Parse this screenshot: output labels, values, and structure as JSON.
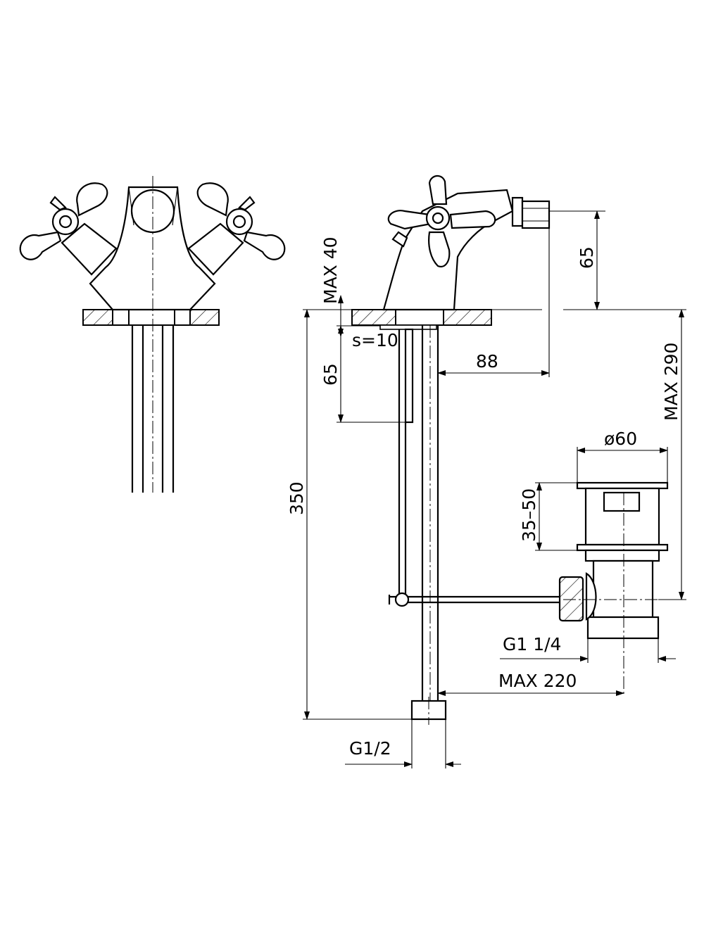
{
  "dimensions": {
    "max_40": "MAX  40",
    "s_10": "s=10",
    "d65_upper": "65",
    "d88": "88",
    "d65_lower": "65",
    "max_290": "MAX  290",
    "d350": "350",
    "dia60": "ø60",
    "d35_50": "35–50",
    "g1_1_4": "G1  1/4",
    "max_220": "MAX  220",
    "g1_2": "G1/2"
  }
}
